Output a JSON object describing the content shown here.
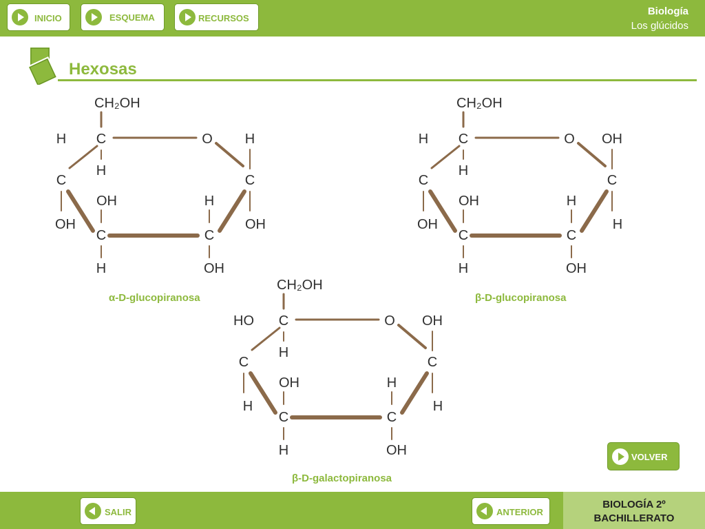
{
  "nav": {
    "inicio": "INICIO",
    "esquema": "ESQUEMA",
    "recursos": "RECURSOS"
  },
  "header": {
    "subject": "Biología",
    "topic": "Los glúcidos"
  },
  "page": {
    "title": "Hexosas"
  },
  "molecules": [
    {
      "caption": "α-D-glucopiranosa",
      "labels": {
        "top": "CH₂OH",
        "c5_left": "H",
        "c5": "C",
        "c5_down": "H",
        "ring_o": "O",
        "c1_up": "H",
        "c4": "C",
        "c1": "C",
        "c4_down": "OH",
        "c3_up": "OH",
        "c2_up": "H",
        "c1_down": "OH",
        "c3": "C",
        "c2": "C",
        "c3_down": "H",
        "c2_down": "OH"
      }
    },
    {
      "caption": "β-D-glucopiranosa",
      "labels": {
        "top": "CH₂OH",
        "c5_left": "H",
        "c5": "C",
        "c5_down": "H",
        "ring_o": "O",
        "c1_up": "OH",
        "c4": "C",
        "c1": "C",
        "c4_down": "OH",
        "c3_up": "OH",
        "c2_up": "H",
        "c1_down": "H",
        "c3": "C",
        "c2": "C",
        "c3_down": "H",
        "c2_down": "OH"
      }
    },
    {
      "caption": "β-D-galactopiranosa",
      "labels": {
        "top": "CH₂OH",
        "c5_left": "HO",
        "c5": "C",
        "c5_down": "H",
        "ring_o": "O",
        "c1_up": "OH",
        "c4": "C",
        "c1": "C",
        "c4_down": "H",
        "c3_up": "OH",
        "c2_up": "H",
        "c1_down": "H",
        "c3": "C",
        "c2": "C",
        "c3_down": "H",
        "c2_down": "OH"
      }
    }
  ],
  "buttons": {
    "volver": "VOLVER",
    "salir": "SALIR",
    "anterior": "ANTERIOR"
  },
  "course": {
    "line1": "BIOLOGÍA 2º",
    "line2": "BACHILLERATO"
  },
  "colors": {
    "accent": "#8db93d",
    "bond": "#8b6a4a"
  }
}
